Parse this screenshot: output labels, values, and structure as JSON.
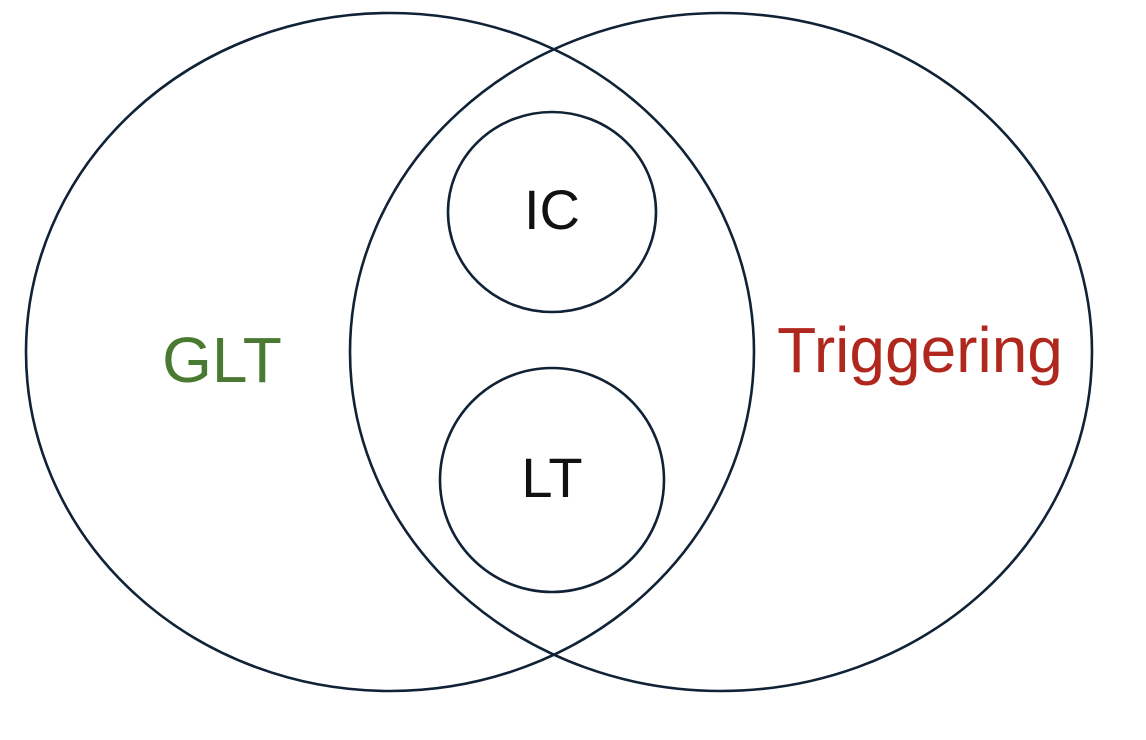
{
  "sets": {
    "glt": {
      "label": "GLT",
      "color": "#4a7a31"
    },
    "triggering": {
      "label": "Triggering",
      "color": "#b0281d"
    },
    "ic": {
      "label": "IC",
      "color": "#111111"
    },
    "lt": {
      "label": "LT",
      "color": "#111111"
    }
  },
  "outline_color": "#0f2236"
}
